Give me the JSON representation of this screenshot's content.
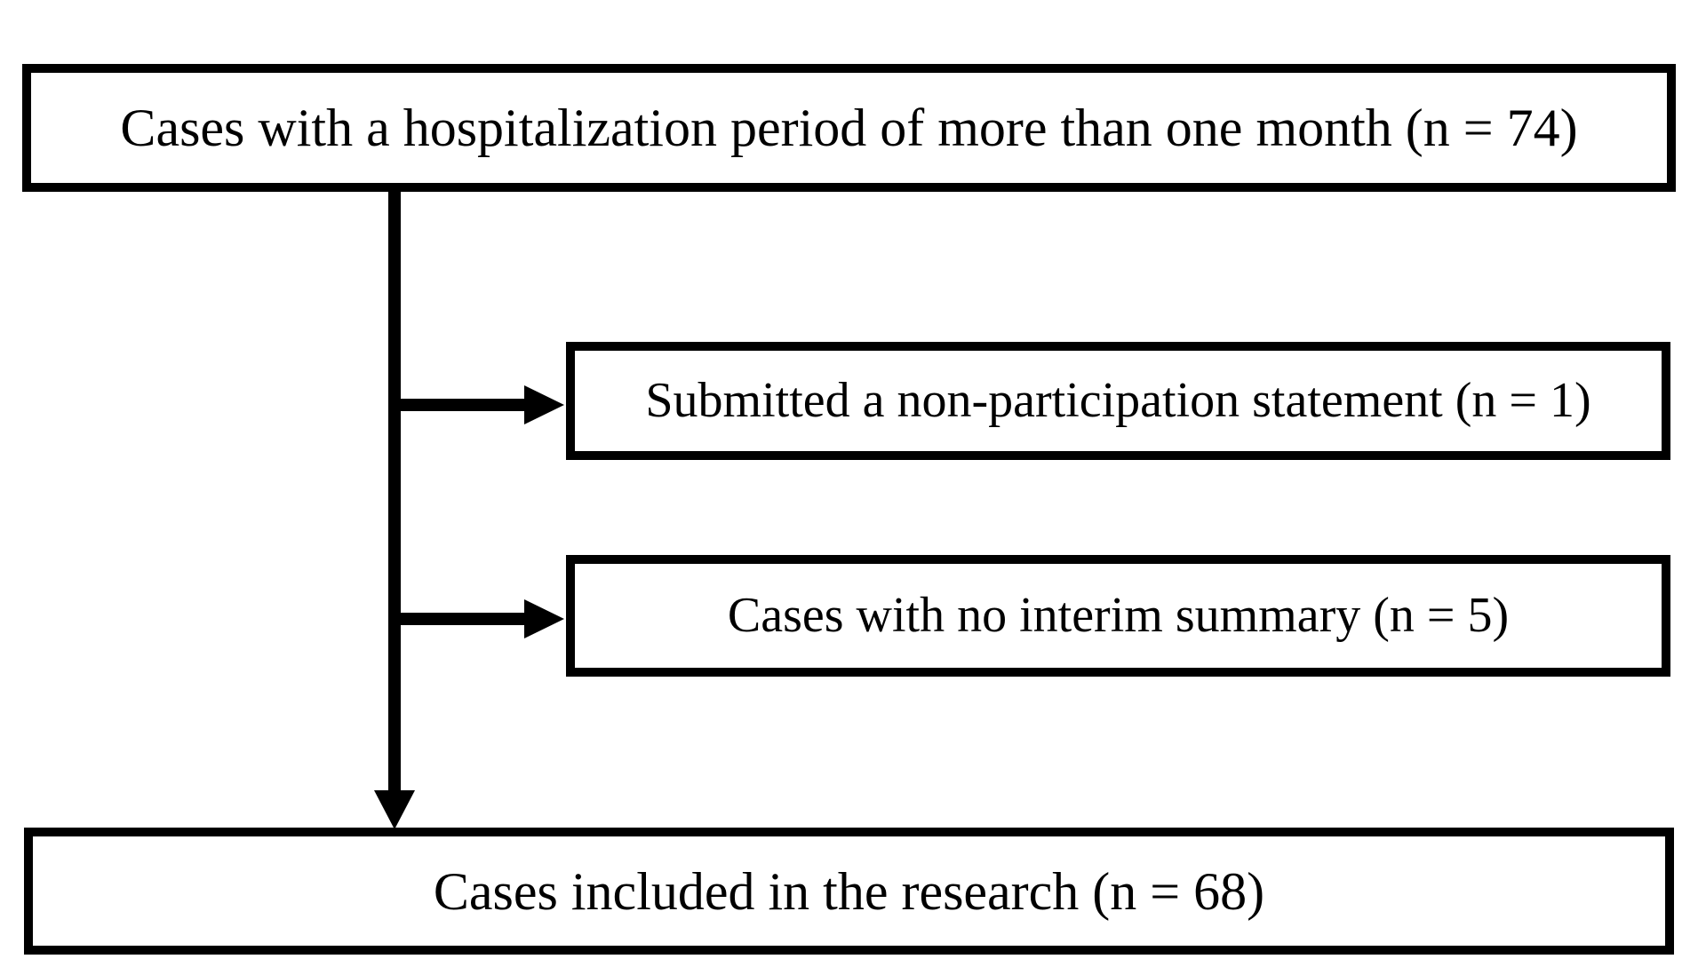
{
  "flowchart": {
    "boxes": {
      "source": {
        "label": "Cases with a hospitalization period of more than one month (n = 74)",
        "n": 74
      },
      "exclusion1": {
        "label": "Submitted a non-participation statement (n = 1)",
        "n": 1
      },
      "exclusion2": {
        "label": "Cases with no interim summary (n = 5)",
        "n": 5
      },
      "included": {
        "label": "Cases included in the research (n = 68)",
        "n": 68
      }
    },
    "colors": {
      "box_border": "#000000",
      "arrow": "#000000",
      "text": "#000000",
      "background": "#ffffff"
    }
  }
}
